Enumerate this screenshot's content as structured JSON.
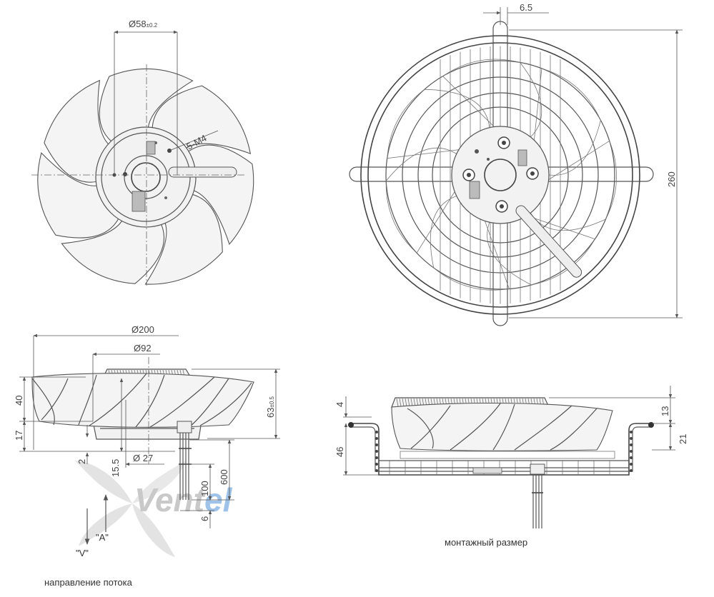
{
  "watermark": {
    "part1": "Vent",
    "part2": "el",
    "color1": "#c9c9c9",
    "color2": "#9fc3e8"
  },
  "front_view": {
    "hub_diameter": "Ø58",
    "hub_tolerance": "±0.2",
    "thread": "5-M4"
  },
  "rear_view": {
    "gap": "6.5",
    "height": "260"
  },
  "side_view": {
    "outer_diameter": "Ø200",
    "hub_dia": "Ø92",
    "shaft_dia": "Ø 27",
    "h40": "40",
    "h17": "17",
    "h63": "63",
    "h63_tol": "±0.5",
    "h2": "2",
    "h15_5": "15.5",
    "cable_600": "600",
    "cable_100": "100",
    "cable_6": "6"
  },
  "flow": {
    "arrow_a": "\"A\"",
    "arrow_v": "\"V\"",
    "caption": "направление потока"
  },
  "mount_view": {
    "d4": "4",
    "d46": "46",
    "d13": "13",
    "d21": "21",
    "caption": "монтажный размер"
  }
}
